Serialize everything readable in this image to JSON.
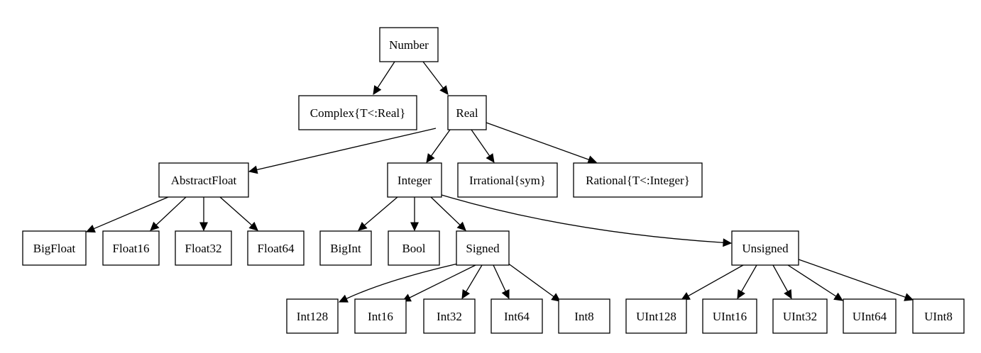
{
  "diagram": {
    "type": "type-hierarchy-tree",
    "colors": {
      "stroke": "#000000",
      "fill": "#ffffff",
      "text": "#000000"
    },
    "nodes": [
      {
        "id": "number",
        "label": "Number"
      },
      {
        "id": "complex",
        "label": "Complex{T<:Real}"
      },
      {
        "id": "real",
        "label": "Real"
      },
      {
        "id": "abstractfloat",
        "label": "AbstractFloat"
      },
      {
        "id": "integer",
        "label": "Integer"
      },
      {
        "id": "irrational",
        "label": "Irrational{sym}"
      },
      {
        "id": "rational",
        "label": "Rational{T<:Integer}"
      },
      {
        "id": "bigfloat",
        "label": "BigFloat"
      },
      {
        "id": "float16",
        "label": "Float16"
      },
      {
        "id": "float32",
        "label": "Float32"
      },
      {
        "id": "float64",
        "label": "Float64"
      },
      {
        "id": "bigint",
        "label": "BigInt"
      },
      {
        "id": "bool",
        "label": "Bool"
      },
      {
        "id": "signed",
        "label": "Signed"
      },
      {
        "id": "unsigned",
        "label": "Unsigned"
      },
      {
        "id": "int128",
        "label": "Int128"
      },
      {
        "id": "int16",
        "label": "Int16"
      },
      {
        "id": "int32",
        "label": "Int32"
      },
      {
        "id": "int64",
        "label": "Int64"
      },
      {
        "id": "int8",
        "label": "Int8"
      },
      {
        "id": "uint128",
        "label": "UInt128"
      },
      {
        "id": "uint16",
        "label": "UInt16"
      },
      {
        "id": "uint32",
        "label": "UInt32"
      },
      {
        "id": "uint64",
        "label": "UInt64"
      },
      {
        "id": "uint8",
        "label": "UInt8"
      }
    ],
    "edges": [
      {
        "from": "number",
        "to": "complex"
      },
      {
        "from": "number",
        "to": "real"
      },
      {
        "from": "real",
        "to": "abstractfloat"
      },
      {
        "from": "real",
        "to": "integer"
      },
      {
        "from": "real",
        "to": "irrational"
      },
      {
        "from": "real",
        "to": "rational"
      },
      {
        "from": "abstractfloat",
        "to": "bigfloat"
      },
      {
        "from": "abstractfloat",
        "to": "float16"
      },
      {
        "from": "abstractfloat",
        "to": "float32"
      },
      {
        "from": "abstractfloat",
        "to": "float64"
      },
      {
        "from": "integer",
        "to": "bigint"
      },
      {
        "from": "integer",
        "to": "bool"
      },
      {
        "from": "integer",
        "to": "signed"
      },
      {
        "from": "integer",
        "to": "unsigned"
      },
      {
        "from": "signed",
        "to": "int128"
      },
      {
        "from": "signed",
        "to": "int16"
      },
      {
        "from": "signed",
        "to": "int32"
      },
      {
        "from": "signed",
        "to": "int64"
      },
      {
        "from": "signed",
        "to": "int8"
      },
      {
        "from": "unsigned",
        "to": "uint128"
      },
      {
        "from": "unsigned",
        "to": "uint16"
      },
      {
        "from": "unsigned",
        "to": "uint32"
      },
      {
        "from": "unsigned",
        "to": "uint64"
      },
      {
        "from": "unsigned",
        "to": "uint8"
      }
    ]
  }
}
